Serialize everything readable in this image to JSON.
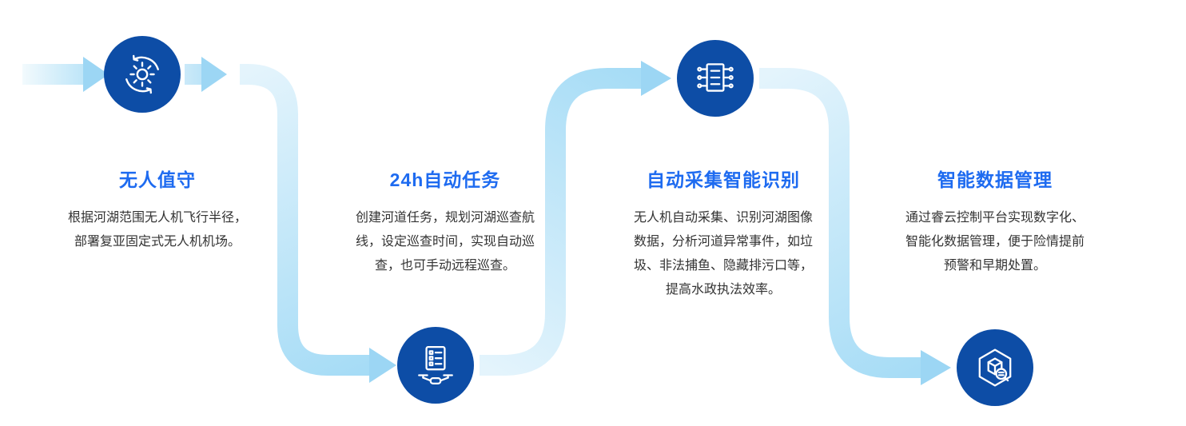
{
  "colors": {
    "title_text": "#1e6bf0",
    "circle_bg": "#0d4da6",
    "body_text": "#333333",
    "arrow_light": "#e4f4fc",
    "arrow_deep": "#a6dcf6",
    "arrow_head": "#9cd6f4",
    "icon_stroke": "#ffffff"
  },
  "steps": [
    {
      "title": "无人值守",
      "icon": "gear-cycle-icon",
      "icon_position": "top",
      "lines": [
        "根据河湖范围无人机飞行半径，",
        "部署复亚固定式无人机机场。"
      ]
    },
    {
      "title": "24h自动任务",
      "icon": "drone-checklist-icon",
      "icon_position": "bottom",
      "lines": [
        "创建河道任务，规划河湖巡查航",
        "线，设定巡查时间，实现自动巡",
        "查，也可手动远程巡查。"
      ]
    },
    {
      "title": "自动采集智能识别",
      "icon": "ai-chip-document-icon",
      "icon_position": "top",
      "lines": [
        "无人机自动采集、识别河湖图像",
        "数据，分析河道异常事件，如垃",
        "圾、非法捕鱼、隐藏排污口等，",
        "提高水政执法效率。"
      ]
    },
    {
      "title": "智能数据管理",
      "icon": "data-box-search-icon",
      "icon_position": "bottom",
      "lines": [
        "通过睿云控制平台实现数字化、",
        "智能化数据管理，便于险情提前",
        "预警和早期处置。"
      ]
    }
  ]
}
